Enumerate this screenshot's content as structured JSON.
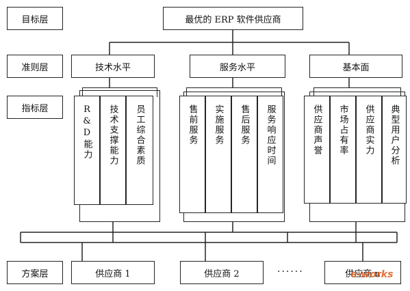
{
  "levels": {
    "goal": "目标层",
    "criteria": "准则层",
    "indicator": "指标层",
    "scheme": "方案层"
  },
  "goal_box": "最优的 ERP 软件供应商",
  "criteria": [
    "技术水平",
    "服务水平",
    "基本面"
  ],
  "indicators": {
    "tech": [
      "R&D能力",
      "技术支撑能力",
      "员工综合素质"
    ],
    "service": [
      "售前服务",
      "实施服务",
      "售后服务",
      "服务响应时间"
    ],
    "basic": [
      "供应商声誉",
      "市场占有率",
      "供应商实力",
      "典型用户分析"
    ]
  },
  "schemes": [
    "供应商 1",
    "供应商 2",
    "供应商 n"
  ],
  "ellipsis": "······",
  "watermark": "e-works"
}
